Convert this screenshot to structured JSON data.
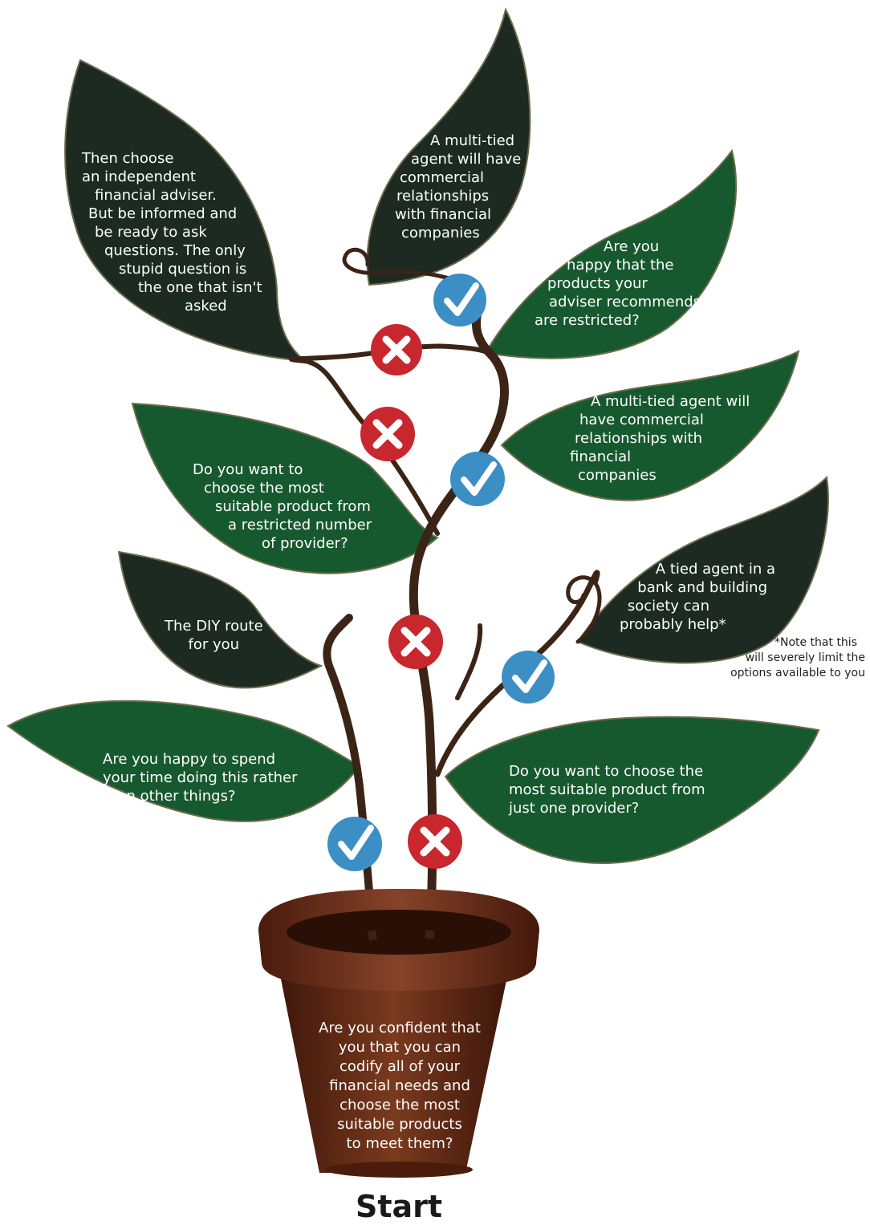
{
  "colors": {
    "leaf_green": "#17592e",
    "leaf_dark": "#1c2a22",
    "leaf_edge": "#6b6b4a",
    "stem": "#3b2416",
    "check_blue": "#3b8fc4",
    "cross_red": "#c7272d",
    "pot": "#6a2d17"
  },
  "pot": {
    "question": [
      "Are you confident that",
      "you that you can",
      "codify all of your",
      "financial needs and",
      "choose the most",
      "suitable products",
      "to meet them?"
    ]
  },
  "start_label": "Start",
  "leaves": {
    "happy_to_spend": [
      "Are you happy to spend",
      "your time doing this rather",
      "than other things?"
    ],
    "one_provider": [
      "Do you want to choose the",
      "most suitable product from",
      "just one provider?"
    ],
    "diy": [
      "The DIY route",
      "for you"
    ],
    "tied_agent": [
      "A tied agent in a",
      "bank and building",
      "society can",
      "probably help*"
    ],
    "restricted_number": [
      "Do you want to",
      "choose the most",
      "suitable product from",
      "a restricted number",
      "of provider?"
    ],
    "multi_tied_mid": [
      "A multi-tied agent will",
      "have commercial",
      "relationships with",
      "financial",
      "companies"
    ],
    "independent": [
      "Then choose",
      "an independent",
      "financial adviser.",
      "But be informed and",
      "be ready to ask",
      "questions. The only",
      "stupid question is",
      "the one that isn't",
      "asked"
    ],
    "multi_tied_top": [
      "A multi-tied",
      "agent will have",
      "commercial",
      "relationships",
      "with financial",
      "companies"
    ],
    "restricted_products": [
      "Are you",
      "happy that the",
      "products your",
      "adviser recommends",
      "are restricted?"
    ]
  },
  "footnote": [
    "*Note that this",
    "will severely limit the",
    "options available to you"
  ],
  "badges": {
    "yes_icon": "check-icon",
    "no_icon": "cross-icon"
  }
}
